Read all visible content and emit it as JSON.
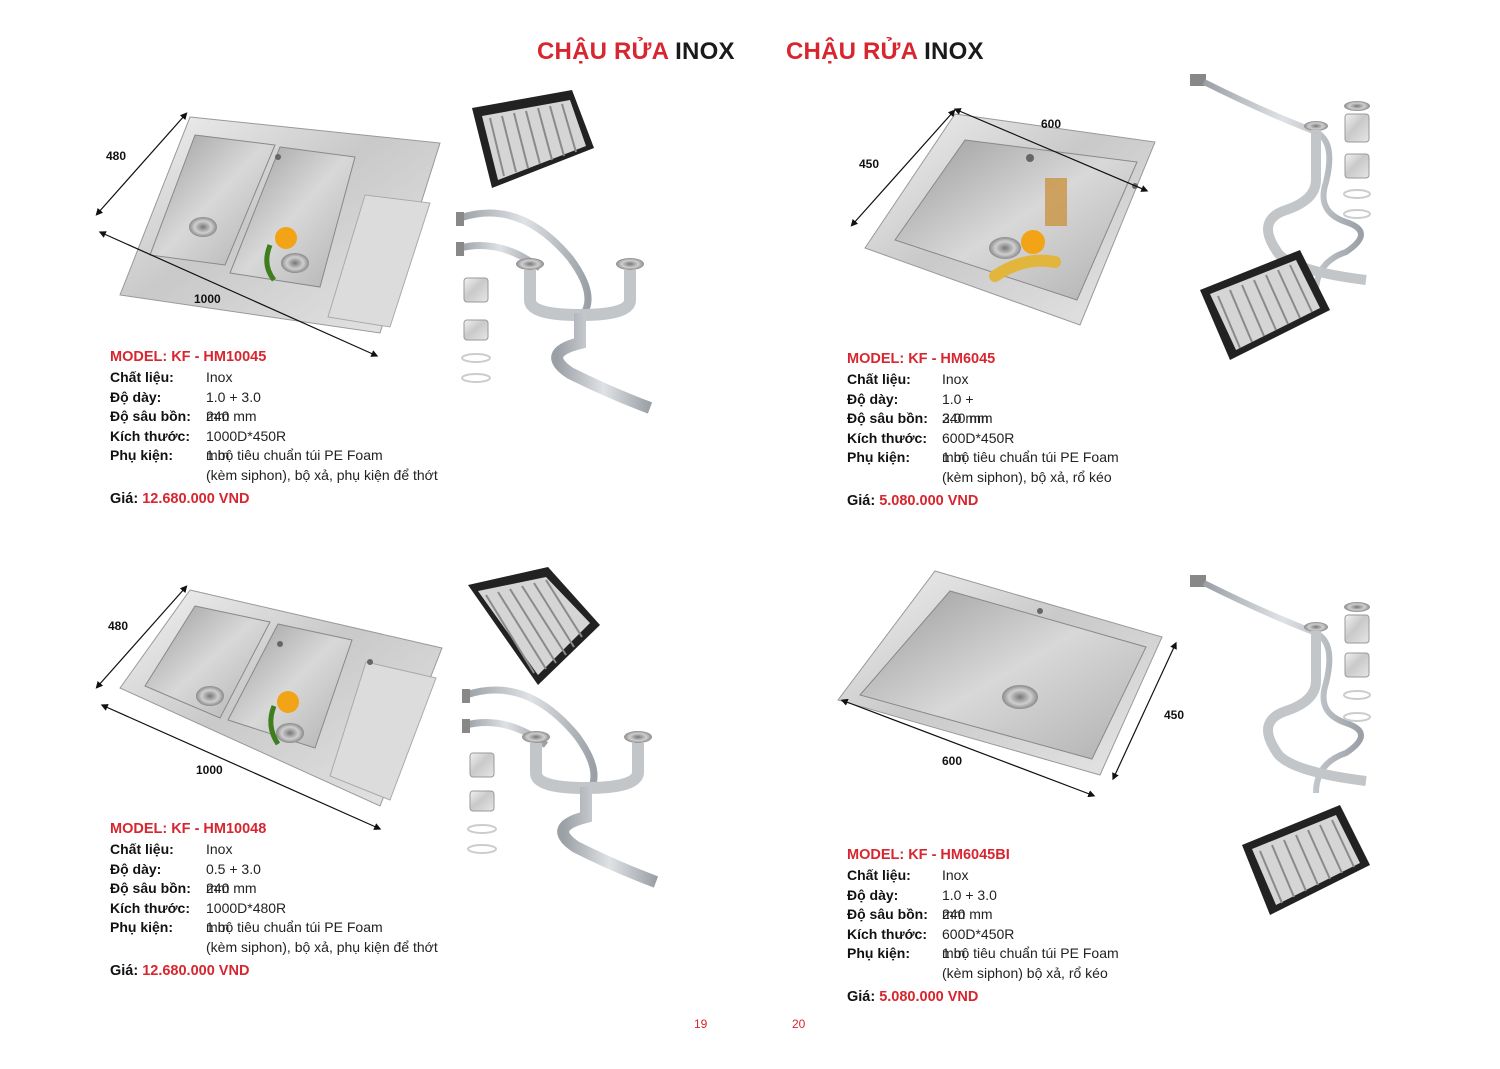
{
  "pages": [
    {
      "title_red": "CHẬU RỬA",
      "title_dark": "INOX",
      "page_number": "19",
      "products": [
        {
          "model": "MODEL: KF - HM10045",
          "dims": [
            "480",
            "1000"
          ],
          "specs": {
            "material_label": "Chất liệu:",
            "material": "Inox",
            "thickness_label": "Độ dày:",
            "thickness": "1.0 + 3.0 mm",
            "depth_label": "Độ sâu bồn:",
            "depth": "240 mm",
            "size_label": "Kích thước:",
            "size": "1000D*450R mm",
            "accessory_label": "Phụ kiện:",
            "accessory_1": "1 bộ tiêu chuẩn túi PE Foam",
            "accessory_2": "(kèm siphon), bộ xả, phụ kiện để thớt"
          },
          "price_label": "Giá:",
          "price": "12.680.000 VND"
        },
        {
          "model": "MODEL: KF - HM10048",
          "dims": [
            "480",
            "1000"
          ],
          "specs": {
            "material_label": "Chất liệu:",
            "material": "Inox",
            "thickness_label": "Độ dày:",
            "thickness": "0.5 + 3.0 mm",
            "depth_label": "Độ sâu bồn:",
            "depth": "240 mm",
            "size_label": "Kích thước:",
            "size": "1000D*480R mm",
            "accessory_label": "Phụ kiện:",
            "accessory_1": "1 bộ tiêu chuẩn túi PE Foam",
            "accessory_2": "(kèm siphon), bộ xả, phụ kiện để thớt"
          },
          "price_label": "Giá:",
          "price": "12.680.000 VND"
        }
      ]
    },
    {
      "title_red": "CHẬU RỬA",
      "title_dark": "INOX",
      "page_number": "20",
      "products": [
        {
          "model": "MODEL: KF - HM6045",
          "dims": [
            "600",
            "450"
          ],
          "specs": {
            "material_label": "Chất liệu:",
            "material": "Inox",
            "thickness_label": "Độ dày:",
            "thickness": "1.0 + 3.0 mm",
            "depth_label": "Độ sâu bồn:",
            "depth": "240 mm",
            "size_label": "Kích thước:",
            "size": "600D*450R mm",
            "accessory_label": "Phụ kiện:",
            "accessory_1": "1 bộ tiêu chuẩn túi PE Foam",
            "accessory_2": "(kèm siphon), bộ xả, rổ kéo"
          },
          "price_label": "Giá:",
          "price": "5.080.000 VND"
        },
        {
          "model": "MODEL: KF - HM6045BI",
          "dims": [
            "450",
            "600"
          ],
          "specs": {
            "material_label": "Chất liệu:",
            "material": "Inox",
            "thickness_label": "Độ dày:",
            "thickness": "1.0 + 3.0 mm",
            "depth_label": "Độ sâu bồn:",
            "depth": "240 mm",
            "size_label": "Kích thước:",
            "size": "600D*450R mm",
            "accessory_label": "Phụ kiện:",
            "accessory_1": "1 bộ tiêu chuẩn túi PE Foam",
            "accessory_2": "(kèm siphon) bộ xả, rổ kéo"
          },
          "price_label": "Giá:",
          "price": "5.080.000 VND"
        }
      ]
    }
  ],
  "colors": {
    "accent": "#d7262f",
    "text": "#111111"
  },
  "icons": [
    "double-sink-image",
    "single-sink-image",
    "dish-basket-image",
    "drain-kit-image"
  ]
}
